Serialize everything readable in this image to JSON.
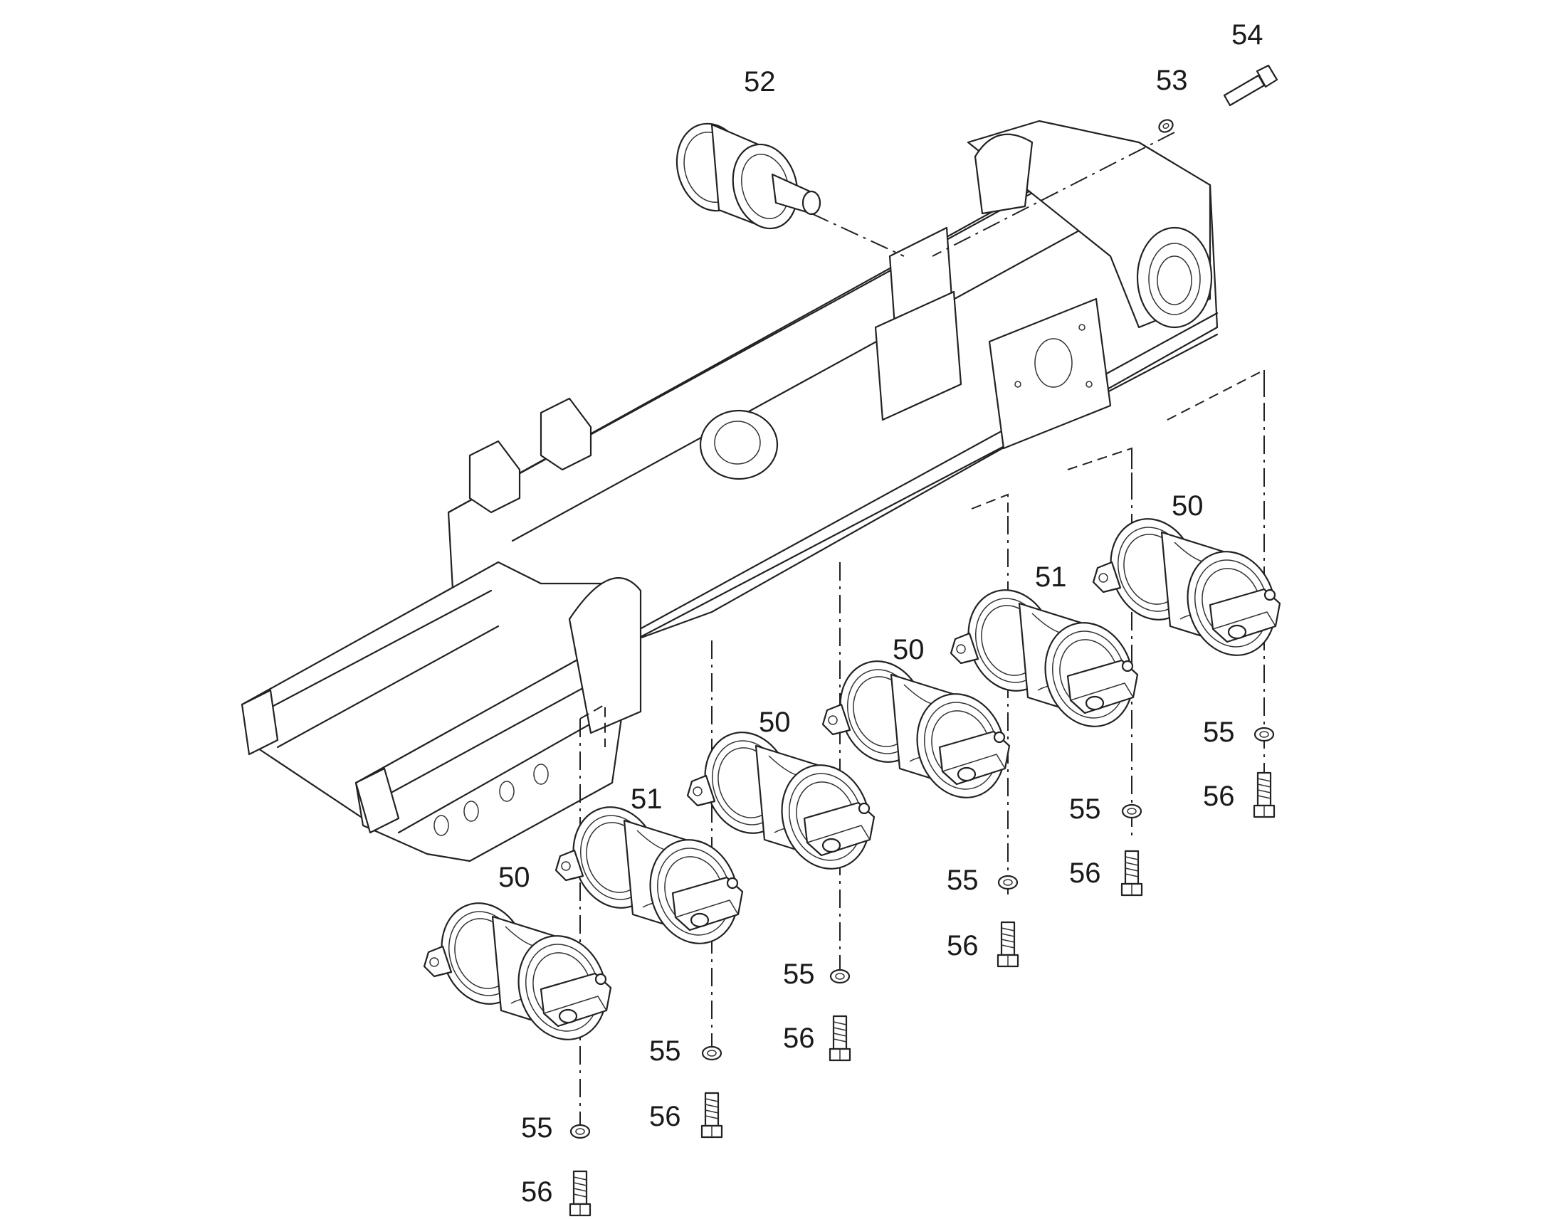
{
  "diagram": {
    "part_numbers": {
      "track_roller_single_flange": "50",
      "track_roller_double_flange": "51",
      "carrier_roller": "52",
      "washer_top": "53",
      "bolt_top": "54",
      "washer": "55",
      "bolt": "56"
    },
    "labels": [
      {
        "id": "lbl-52",
        "text": "52"
      },
      {
        "id": "lbl-53",
        "text": "53"
      },
      {
        "id": "lbl-54",
        "text": "54"
      },
      {
        "id": "lbl-50-a",
        "text": "50"
      },
      {
        "id": "lbl-51-a",
        "text": "51"
      },
      {
        "id": "lbl-50-b",
        "text": "50"
      },
      {
        "id": "lbl-51-b",
        "text": "51"
      },
      {
        "id": "lbl-50-c",
        "text": "50"
      },
      {
        "id": "lbl-50-d",
        "text": "50"
      },
      {
        "id": "lbl-55-a",
        "text": "55"
      },
      {
        "id": "lbl-56-a",
        "text": "56"
      },
      {
        "id": "lbl-55-b",
        "text": "55"
      },
      {
        "id": "lbl-56-b",
        "text": "56"
      },
      {
        "id": "lbl-55-c",
        "text": "55"
      },
      {
        "id": "lbl-56-c",
        "text": "56"
      },
      {
        "id": "lbl-55-d",
        "text": "55"
      },
      {
        "id": "lbl-56-d",
        "text": "56"
      },
      {
        "id": "lbl-55-e",
        "text": "55"
      },
      {
        "id": "lbl-56-e",
        "text": "56"
      },
      {
        "id": "lbl-55-f",
        "text": "55"
      },
      {
        "id": "lbl-56-f",
        "text": "56"
      }
    ]
  }
}
